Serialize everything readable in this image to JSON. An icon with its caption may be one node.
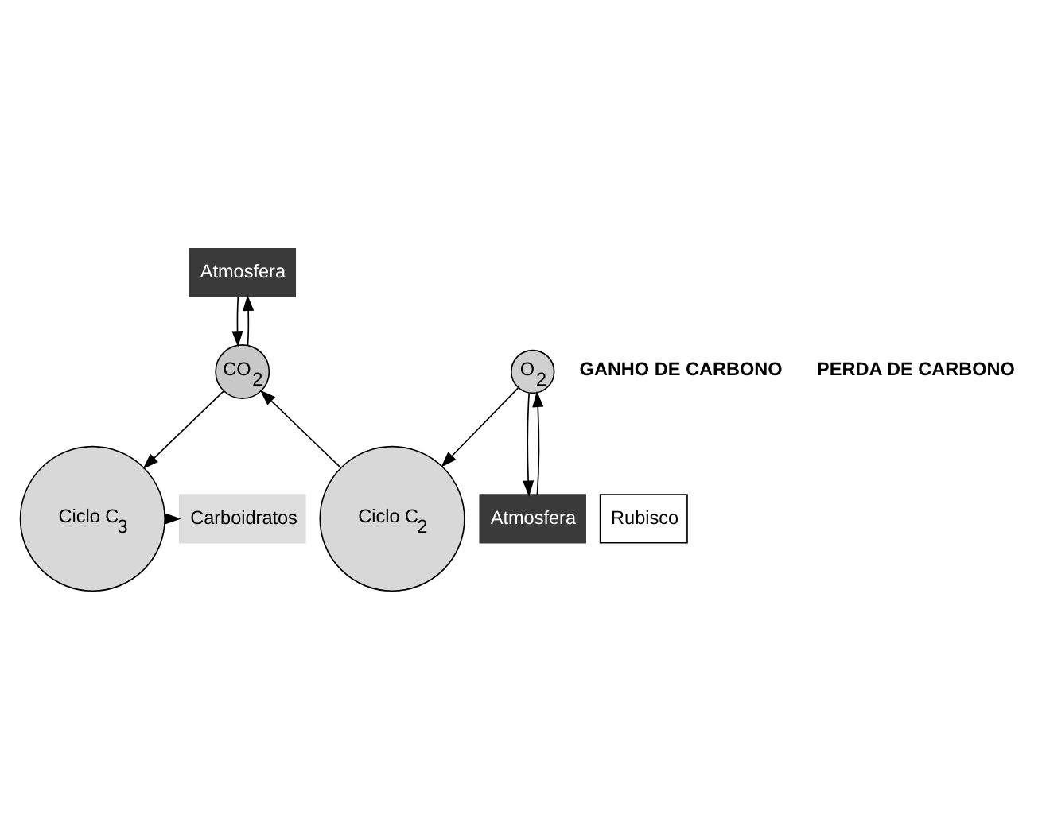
{
  "diagram": {
    "nodes": [
      {
        "text": [
          "Atmosfera"
        ]
      },
      {
        "text": [
          "CO$_{2}$"
        ]
      },
      {
        "text": [
          "Carboidratos"
        ]
      },
      {
        "text": [
          "Ciclo C$_{3}$"
        ]
      },
      {
        "text": [
          "Rubisco"
        ]
      },
      {
        "text": [
          "Ciclo C$_{2}$"
        ]
      },
      {
        "text": [
          "O$_{2}$"
        ]
      },
      {
        "text": [
          "Atmosfera"
        ]
      }
    ],
    "edges": [
      {
        "from": 1,
        "to": 0,
        "arrow": "to"
      },
      {
        "from": 0,
        "to": 1,
        "arrow": "to"
      },
      {
        "from": 1,
        "to": 3,
        "arrow": "to"
      },
      {
        "from": 5,
        "to": 1,
        "arrow": "to"
      },
      {
        "from": 3,
        "to": 2,
        "arrow": "to"
      },
      {
        "from": 6,
        "to": 5,
        "arrow": "to"
      },
      {
        "from": 6,
        "to": 7,
        "arrow": "to"
      },
      {
        "from": 7,
        "to": 6,
        "arrow": "to"
      }
    ],
    "labels": [
      "GANHO DE CARBONO",
      "PERDA DE CARBONO"
    ]
  }
}
